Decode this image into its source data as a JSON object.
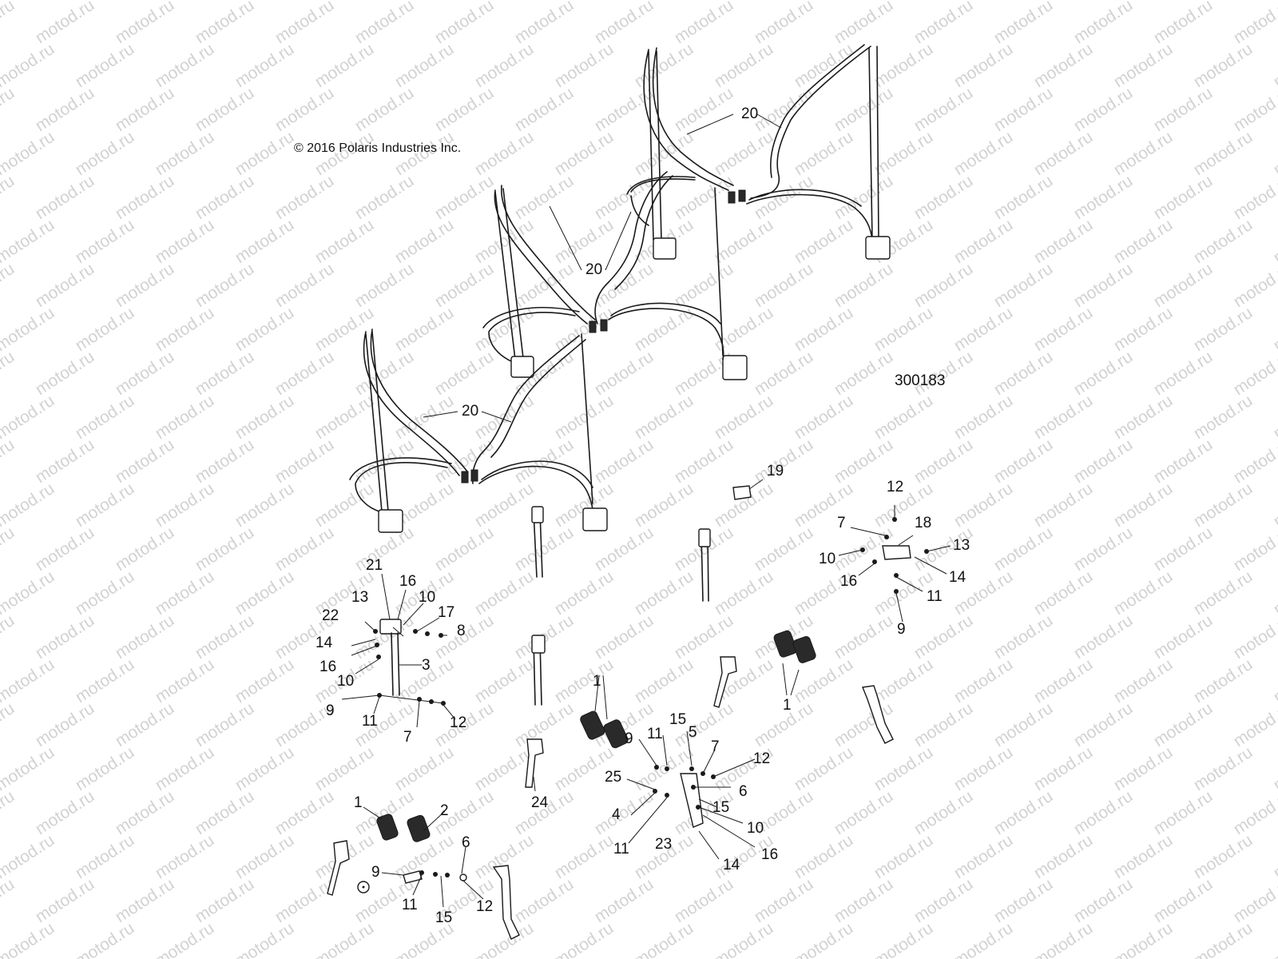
{
  "watermark": {
    "text": "motod.ru"
  },
  "header": {
    "copyright": "© 2016 Polaris Industries Inc."
  },
  "figure": {
    "number": "300183"
  },
  "callouts": {
    "belt_a": "20",
    "belt_b": "20",
    "belt_c": "20",
    "c19": "19",
    "rb_12": "12",
    "rb_7": "7",
    "rb_18": "18",
    "rb_13": "13",
    "rb_10": "10",
    "rb_16": "16",
    "rb_14": "14",
    "rb_11": "11",
    "rb_9": "9",
    "lb_21": "21",
    "lb_16a": "16",
    "lb_13": "13",
    "lb_10a": "10",
    "lb_17": "17",
    "lb_22": "22",
    "lb_8": "8",
    "lb_14": "14",
    "lb_3": "3",
    "lb_16b": "16",
    "lb_10b": "10",
    "lb_9": "9",
    "lb_11": "11",
    "lb_7": "7",
    "lb_12": "12",
    "mb_1": "1",
    "mb_9": "9",
    "mb_11a": "11",
    "mb_15a": "15",
    "mb_5": "5",
    "mb_7": "7",
    "mb_12": "12",
    "mb_25": "25",
    "mb_6": "6",
    "mb_4": "4",
    "mb_15b": "15",
    "mb_10": "10",
    "mb_11b": "11",
    "mb_23": "23",
    "mb_16": "16",
    "mb_14": "14",
    "rr_1": "1",
    "c24": "24",
    "bl_1": "1",
    "bl_2": "2",
    "bl_6": "6",
    "bl_9": "9",
    "bl_11": "11",
    "bl_15": "15",
    "bl_12": "12"
  }
}
